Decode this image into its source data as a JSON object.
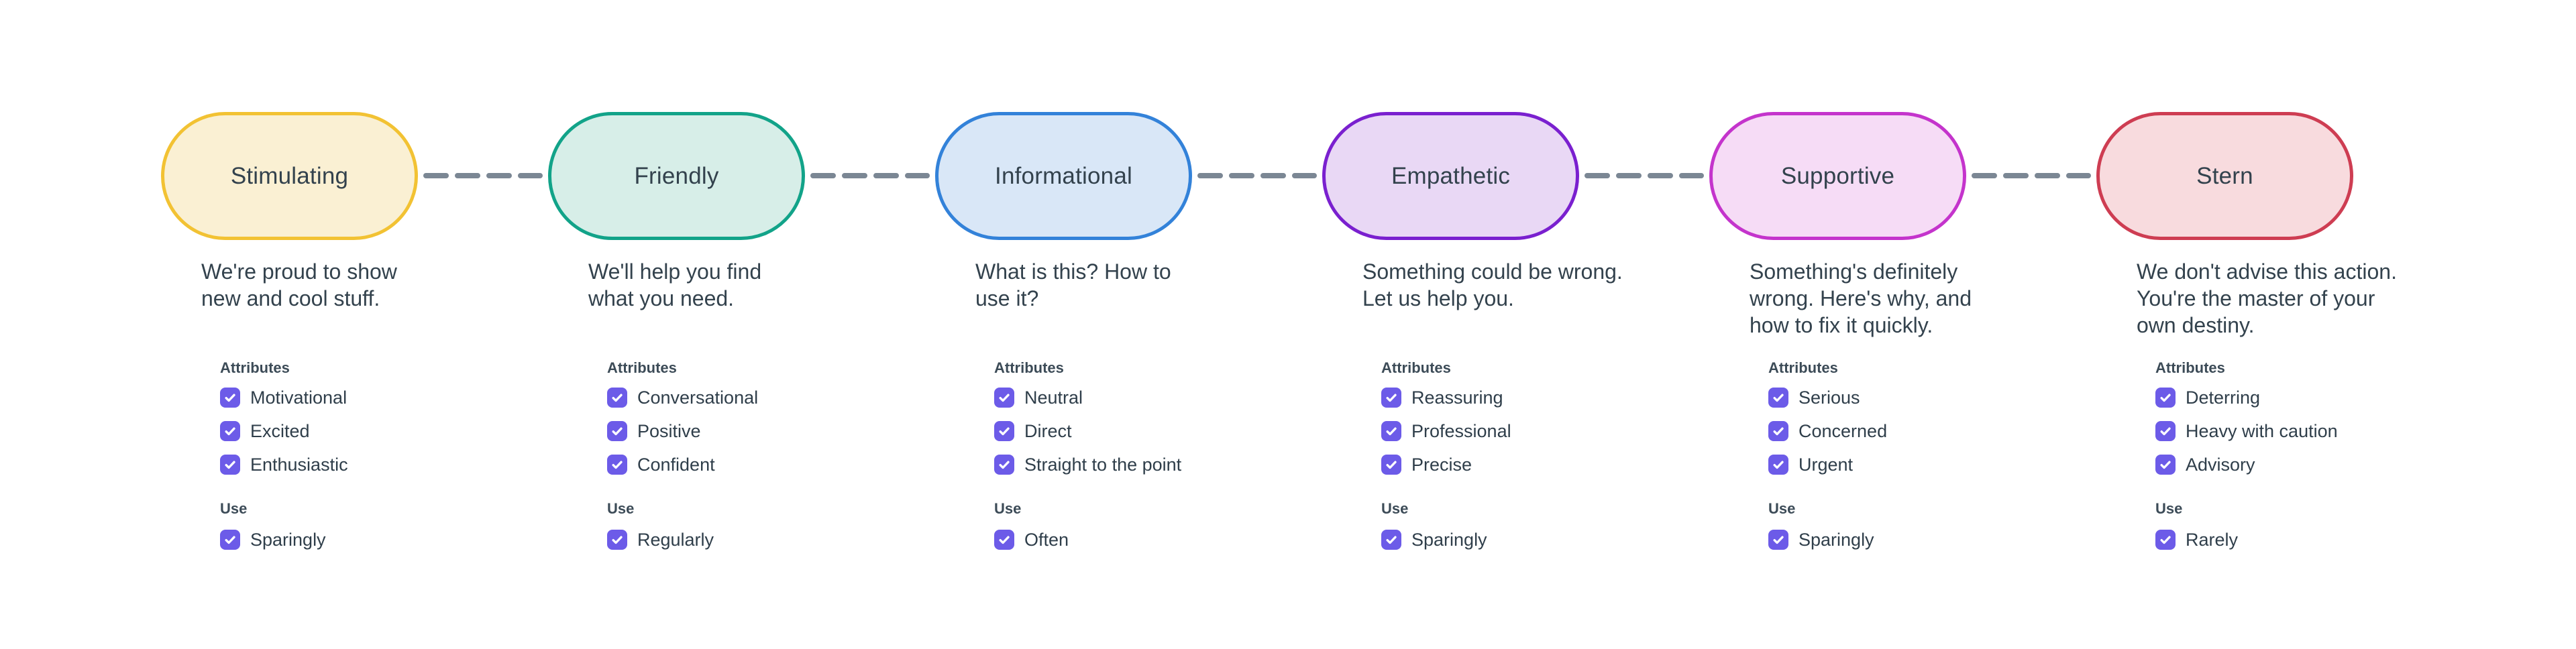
{
  "labels": {
    "attributes": "Attributes",
    "use": "Use"
  },
  "connector": {
    "color": "#7b8794"
  },
  "checkbox": {
    "color": "#6c5be8",
    "state": "checked",
    "icon": "check-icon"
  },
  "tones": [
    {
      "title": "Stimulating",
      "description": "We're proud to show\nnew and cool stuff.",
      "border_color": "#f2c233",
      "fill_color": "#faf0d3",
      "attributes": [
        "Motivational",
        "Excited",
        "Enthusiastic"
      ],
      "use": [
        "Sparingly"
      ]
    },
    {
      "title": "Friendly",
      "description": "We'll help you find\nwhat you need.",
      "border_color": "#12a389",
      "fill_color": "#d7eee8",
      "attributes": [
        "Conversational",
        "Positive",
        "Confident"
      ],
      "use": [
        "Regularly"
      ]
    },
    {
      "title": "Informational",
      "description": "What is this? How to\nuse it?",
      "border_color": "#3382d9",
      "fill_color": "#d9e7f7",
      "attributes": [
        "Neutral",
        "Direct",
        "Straight to the point"
      ],
      "use": [
        "Often"
      ]
    },
    {
      "title": "Empathetic",
      "description": "Something could be wrong.\nLet us help you.",
      "border_color": "#7a20cf",
      "fill_color": "#e9d8f5",
      "attributes": [
        "Reassuring",
        "Professional",
        "Precise"
      ],
      "use": [
        "Sparingly"
      ]
    },
    {
      "title": "Supportive",
      "description": "Something's definitely\nwrong. Here's why, and\nhow to fix it quickly.",
      "border_color": "#c434cc",
      "fill_color": "#f6dcf6",
      "attributes": [
        "Serious",
        "Concerned",
        "Urgent"
      ],
      "use": [
        "Sparingly"
      ]
    },
    {
      "title": "Stern",
      "description": "We don't advise this action.\nYou're the master of your\nown destiny.",
      "border_color": "#ce3d52",
      "fill_color": "#f8dbde",
      "attributes": [
        "Deterring",
        "Heavy with caution",
        "Advisory"
      ],
      "use": [
        "Rarely"
      ]
    }
  ]
}
